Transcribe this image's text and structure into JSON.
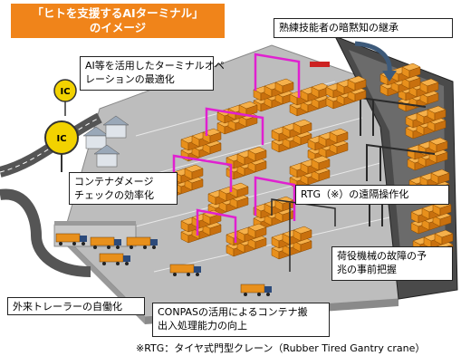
{
  "title": {
    "line1": "「ヒトを支援するAIターミナル」",
    "line2": "のイメージ"
  },
  "callouts": {
    "skill_transfer": "熟練技能者の暗黙知の継承",
    "terminal_ops": [
      "AI等を活用したターミナルオペ",
      "レーションの最適化"
    ],
    "damage_check": [
      "コンテナダメージ",
      "チェックの効率化"
    ],
    "rtg_remote": "RTG（※）の遠隔操作化",
    "failure_prediction": [
      "荷役機械の故障の予",
      "兆の事前把握"
    ],
    "trailer_automation": "外来トレーラーの自働化",
    "conpas": [
      "CONPASの活用によるコンテナ搬",
      "出入処理能力の向上"
    ]
  },
  "footnote": "※RTG：タイヤ式門型クレーン（Rubber Tired Gantry crane）",
  "road_signs": [
    "IC",
    "IC"
  ],
  "colors": {
    "title_bg": "#f0841a",
    "rtg_frame": "#e020d0",
    "container": "#e8901c",
    "yard": "#c8c8c8",
    "ship_hull": "#4a4a4a",
    "sign": "#f2d200"
  }
}
